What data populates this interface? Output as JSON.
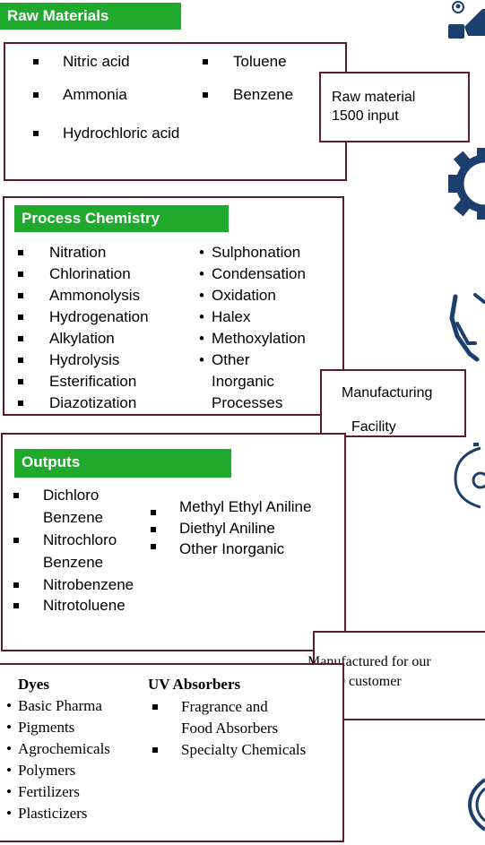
{
  "raw": {
    "header": "Raw Materials",
    "left": [
      "Nitric acid",
      "Ammonia",
      "Hydrochloric acid"
    ],
    "right": [
      "Toluene",
      "Benzene"
    ],
    "callout": [
      "Raw material",
      "1500 input"
    ]
  },
  "process": {
    "header": "Process Chemistry",
    "left": [
      "Nitration",
      "Chlorination",
      "Ammonolysis",
      "Hydrogenation",
      "Alkylation",
      "Hydrolysis",
      "Esterification",
      "Diazotization"
    ],
    "right": [
      "Sulphonation",
      "Condensation",
      "Oxidation",
      "Halex",
      "Methoxylation",
      "Other",
      "Inorganic",
      "Processes"
    ],
    "callout": [
      "Manufacturing",
      "Facility"
    ]
  },
  "outputs": {
    "header": "Outputs",
    "left": [
      "Dichloro",
      "Benzene",
      "Nitrochloro",
      "Benzene",
      "Nitrobenzene",
      "Nitrotoluene"
    ],
    "right": [
      "Methyl Ethyl Aniline",
      "Diethyl Aniline",
      "Other  Inorganic"
    ],
    "callout": [
      "Manufactured for our",
      "1200 customer"
    ]
  },
  "customers": {
    "dyes_header": "Dyes",
    "dyes": [
      "Basic Pharma",
      "Pigments",
      "Agrochemicals",
      "Polymers",
      "Fertilizers",
      "Plasticizers"
    ],
    "uv_header": "UV Absorbers",
    "uv": [
      "Fragrance and",
      "Food Absorbers",
      "Specialty Chemicals"
    ]
  },
  "colors": {
    "green": "#1faa2e",
    "border": "#5a1e2a",
    "icon": "#1d3f6e"
  },
  "icons": [
    "people-icon",
    "gear-icon",
    "hand-icon",
    "bulb-icon",
    "globe-icon"
  ]
}
